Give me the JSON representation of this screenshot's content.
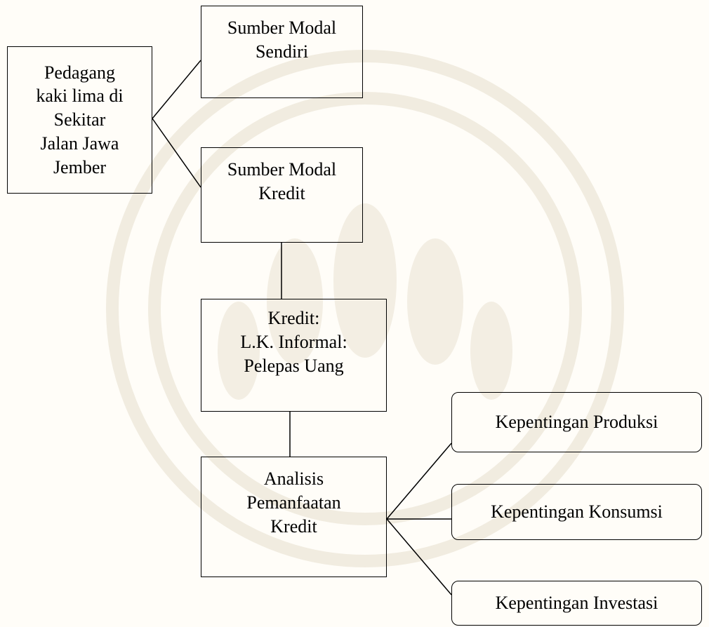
{
  "nodes": {
    "pedagang": "Pedagang\nkaki lima di\nSekitar\nJalan Jawa\nJember",
    "modal_sendiri": "Sumber Modal\nSendiri",
    "modal_kredit": "Sumber Modal\nKredit",
    "kredit_informal": "Kredit:\nL.K. Informal:\nPelepas Uang",
    "analisis": "Analisis\nPemanfaatan\nKredit",
    "produksi": "Kepentingan Produksi",
    "konsumsi": "Kepentingan Konsumsi",
    "investasi": "Kepentingan Investasi"
  },
  "colors": {
    "background": "#fffdf8",
    "watermark": "#f1ece0",
    "line": "#000000"
  }
}
